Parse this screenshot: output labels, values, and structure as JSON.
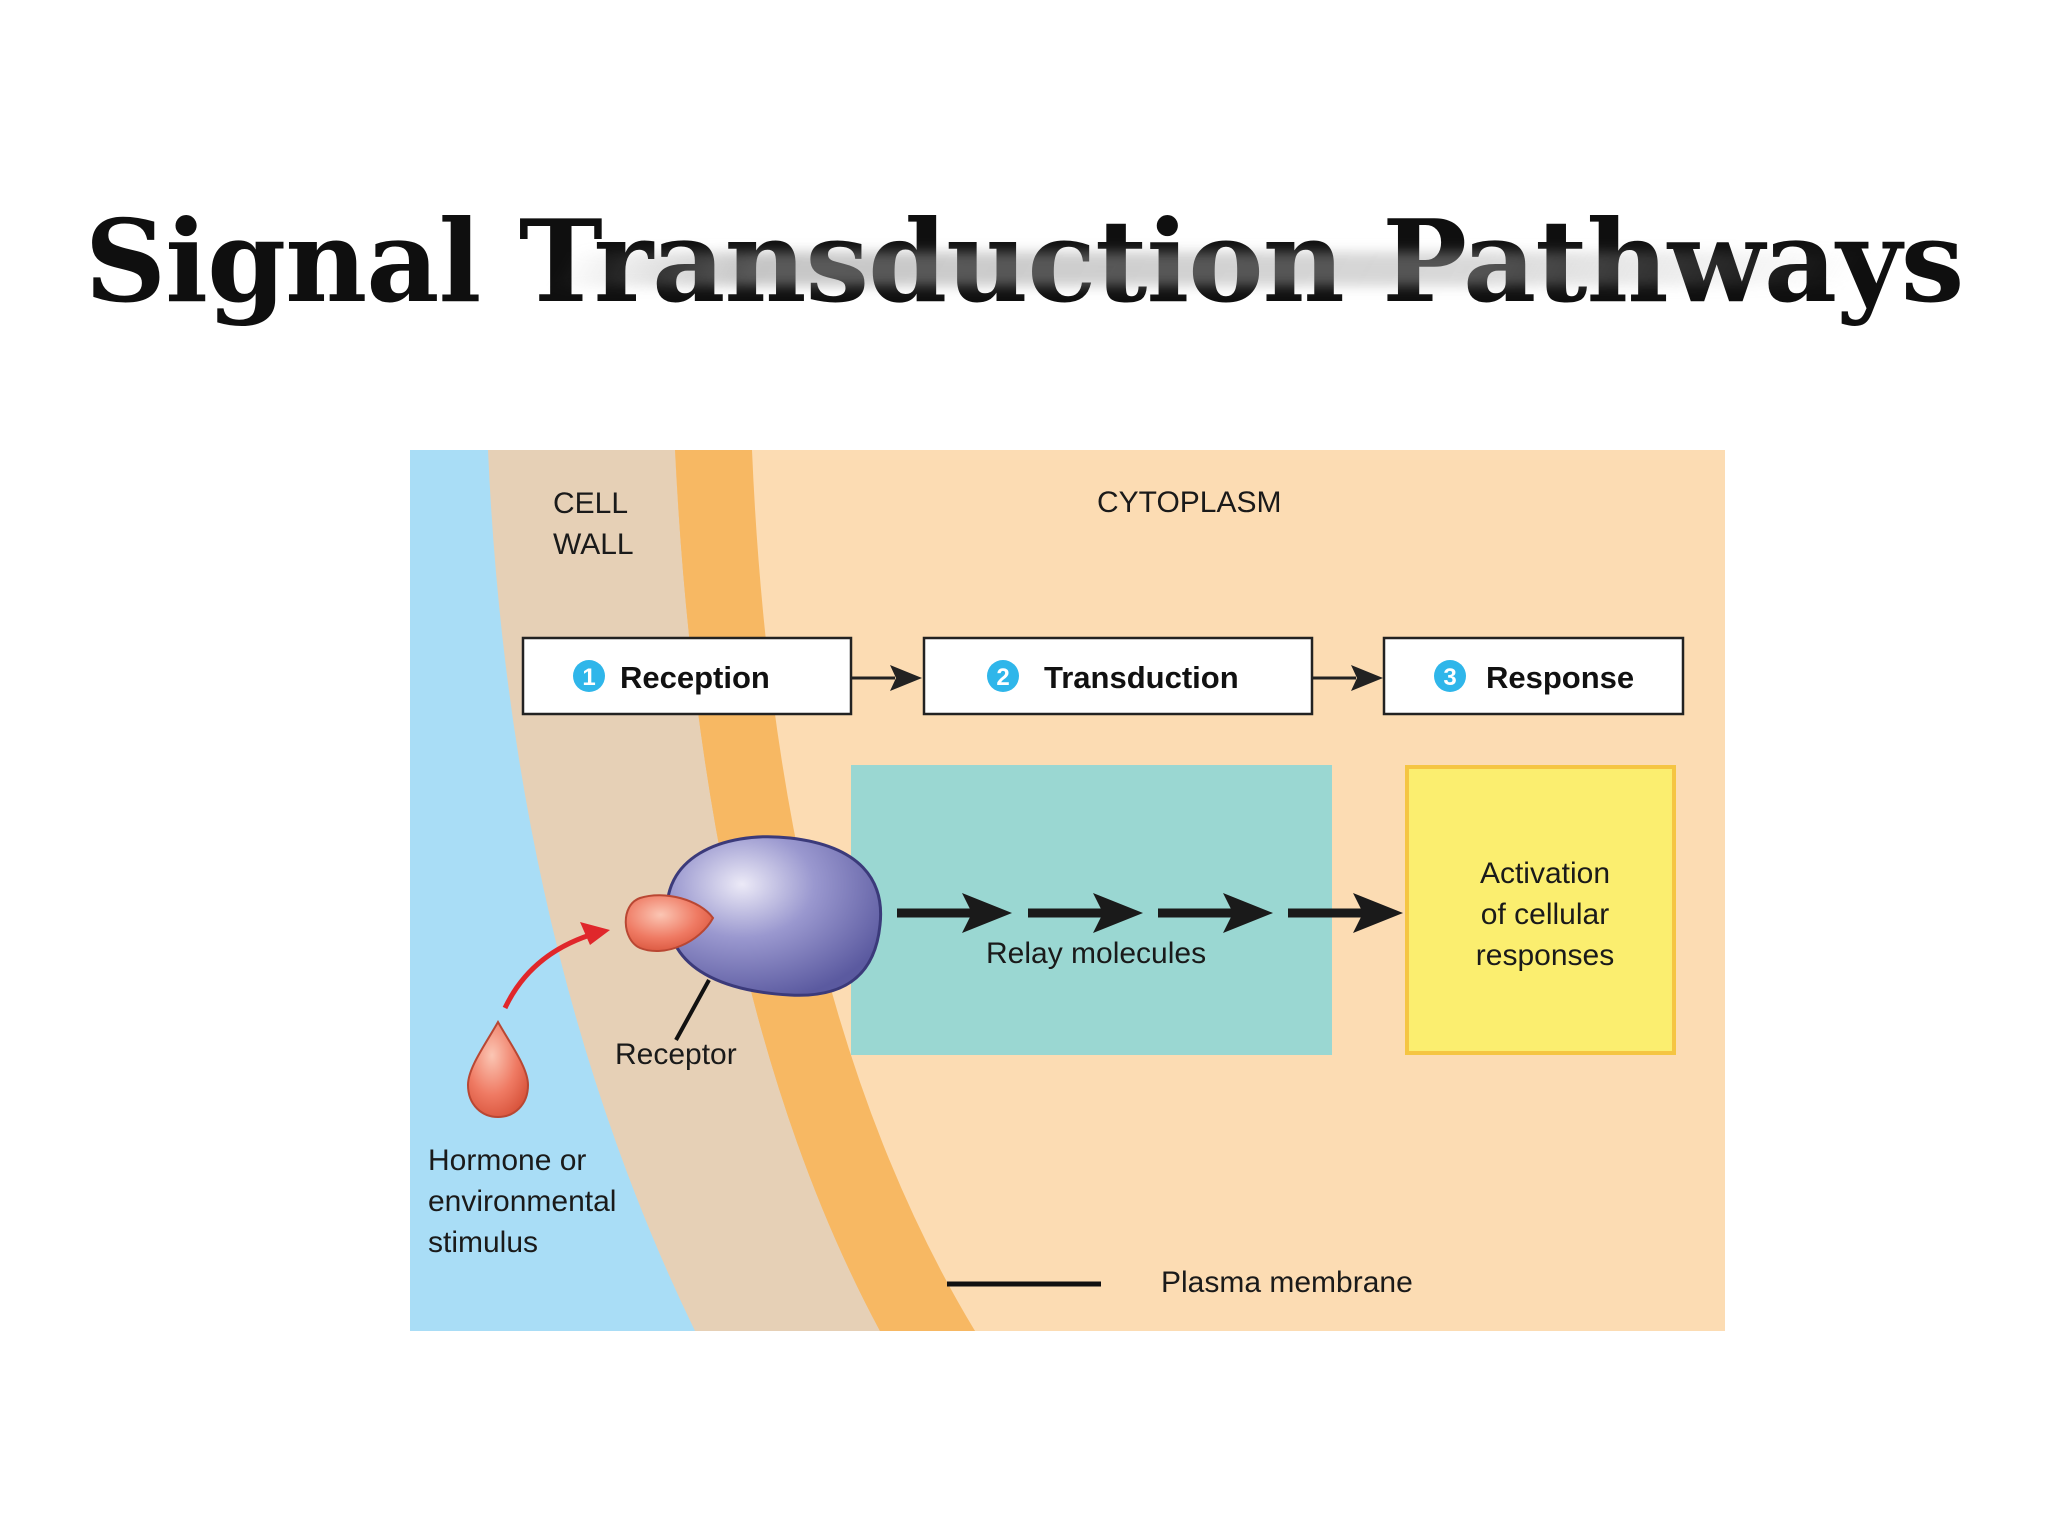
{
  "slide": {
    "title": "Signal Transduction Pathways"
  },
  "diagram": {
    "regions": {
      "cell_wall": [
        "CELL",
        "WALL"
      ],
      "cytoplasm": "CYTOPLASM"
    },
    "steps": [
      {
        "number": "1",
        "label": "Reception"
      },
      {
        "number": "2",
        "label": "Transduction"
      },
      {
        "number": "3",
        "label": "Response"
      }
    ],
    "labels": {
      "relay_molecules": "Relay molecules",
      "response_box": [
        "Activation",
        "of cellular",
        "responses"
      ],
      "receptor": "Receptor",
      "stimulus": [
        "Hormone or",
        "environmental",
        "stimulus"
      ],
      "plasma_membrane": "Plasma membrane"
    },
    "colors": {
      "extracellular": "#a9ddf6",
      "cell_wall": "#e6d0b6",
      "membrane": "#f7b863",
      "cytoplasm": "#fcdcb3",
      "relay_box": "#9ad7d2",
      "response_box": "#fbee6f",
      "badge": "#2fb6ea",
      "receptor": "#7b79bd",
      "ligand": "#ef7a63",
      "arrow_red": "#e0272b"
    }
  }
}
